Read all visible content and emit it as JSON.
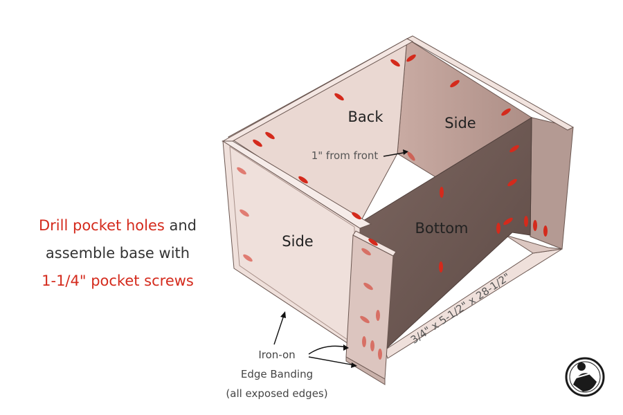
{
  "instructions": {
    "line1_highlight": "Drill pocket holes",
    "line1_rest": " and",
    "line2": "assemble base with",
    "line3": "1-1/4\" pocket screws"
  },
  "panels": {
    "back": "Back",
    "side_right": "Side",
    "side_left": "Side",
    "bottom": "Bottom"
  },
  "annotations": {
    "from_front": "1\" from front",
    "dimension": "3/4\" x 5-1/2\" x 28-1/2\"",
    "edge_banding": [
      "Iron-on",
      "Edge Banding",
      "(all exposed edges)"
    ]
  },
  "colors": {
    "wood": "#e8d4ce",
    "wood_dark": "#8e6f68",
    "pocket_hole": "#d42a1c",
    "text": "#333333"
  },
  "logo": {
    "name": "woodworker-logo"
  }
}
